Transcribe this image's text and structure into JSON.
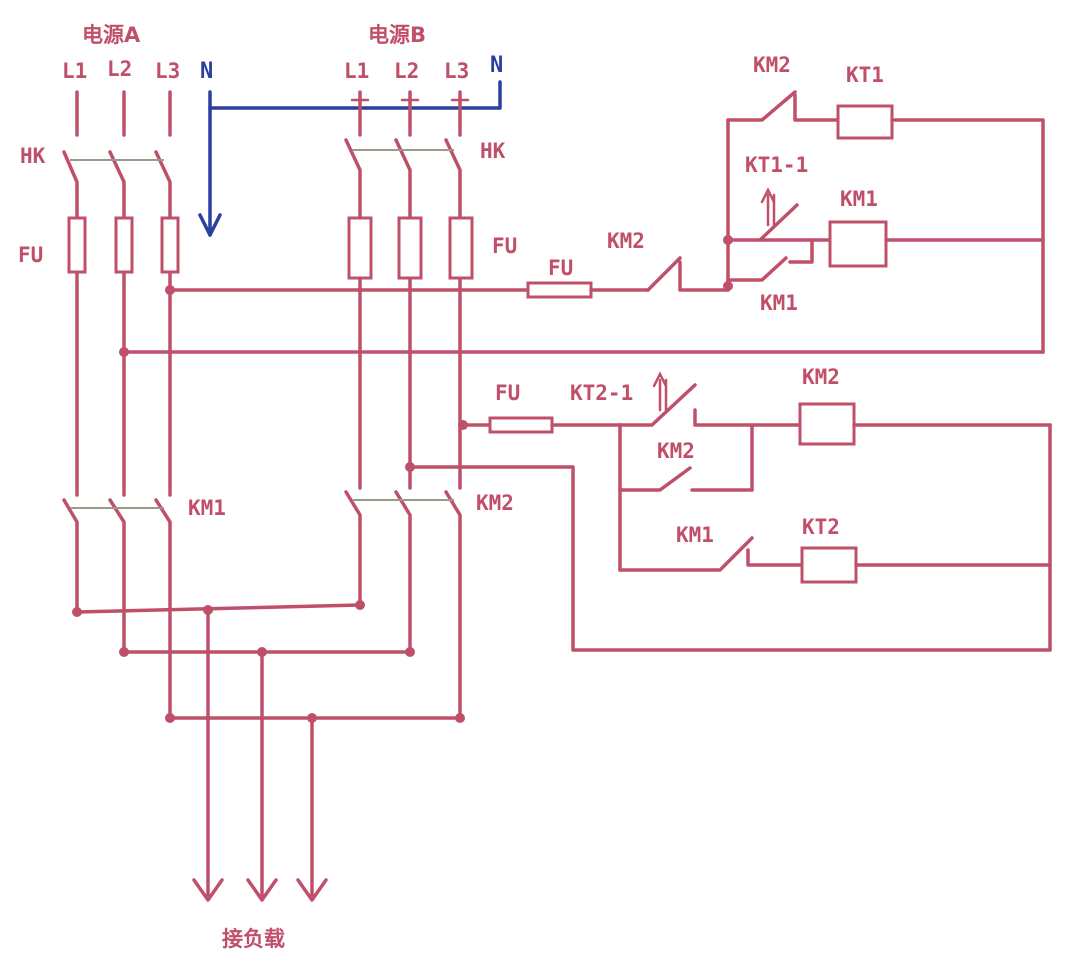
{
  "labels": {
    "source_a": "电源A",
    "source_b": "电源B",
    "a_l1": "L1",
    "a_l2": "L2",
    "a_l3": "L3",
    "a_n": "N",
    "b_l1": "L1",
    "b_l2": "L2",
    "b_l3": "L3",
    "b_n": "N",
    "hk_a": "HK",
    "hk_b": "HK",
    "fu_a": "FU",
    "fu_b": "FU",
    "fu_ctrl1": "FU",
    "fu_ctrl2": "FU",
    "km2_top": "KM2",
    "kt1": "KT1",
    "kt1_1": "KT1-1",
    "km1_coil": "KM1",
    "km2_ctrl1": "KM2",
    "km1_aux1": "KM1",
    "kt2_1": "KT2-1",
    "km2_coil": "KM2",
    "km2_aux": "KM2",
    "km1_ctrl2": "KM1",
    "kt2": "KT2",
    "km1_main": "KM1",
    "km2_main": "KM2",
    "load": "接负载"
  },
  "colors": {
    "wire": "#c0506a",
    "neutral": "#2a3f9e"
  }
}
